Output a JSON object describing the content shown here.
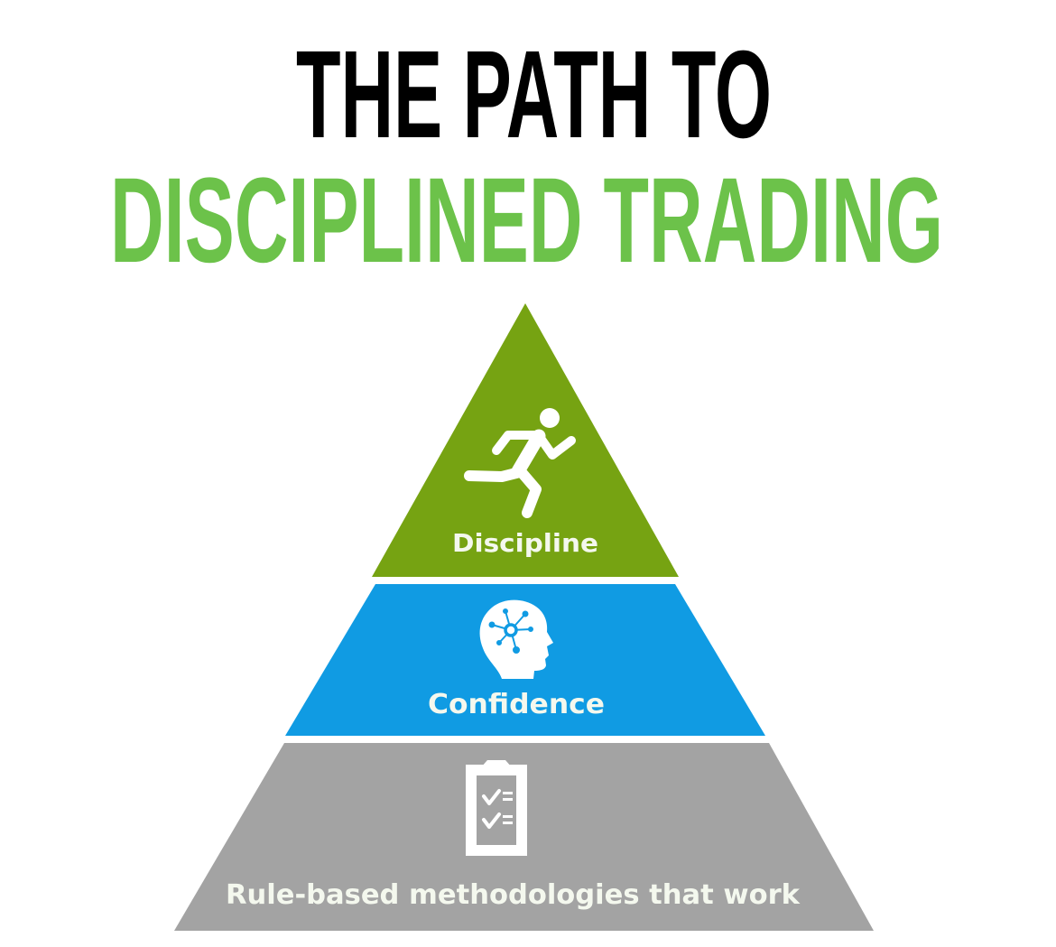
{
  "title": {
    "line1": "THE PATH TO",
    "line2": "DISCIPLINED TRADING",
    "line1_color": "#000000",
    "line2_color": "#6cc24a"
  },
  "pyramid": {
    "tiers": [
      {
        "label": "Discipline",
        "icon": "running-person-icon",
        "color": "#76a312"
      },
      {
        "label": "Confidence",
        "icon": "head-network-icon",
        "color": "#109be3"
      },
      {
        "label": "Rule-based methodologies that work",
        "icon": "clipboard-checklist-icon",
        "color": "#a3a3a3"
      }
    ]
  }
}
